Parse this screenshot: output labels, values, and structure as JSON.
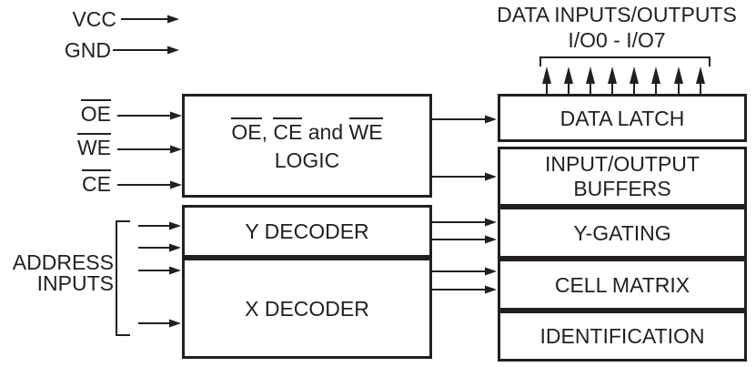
{
  "header": {
    "io_title": "DATA INPUTS/OUTPUTS",
    "io_range": "I/O0 - I/O7"
  },
  "pins": {
    "power": [
      {
        "label": "VCC"
      },
      {
        "label": "GND"
      }
    ],
    "control": [
      {
        "label": "OE",
        "active_low": true
      },
      {
        "label": "WE",
        "active_low": true
      },
      {
        "label": "CE",
        "active_low": true
      }
    ],
    "address": {
      "line1": "ADDRESS",
      "line2": "INPUTS"
    }
  },
  "blocks": {
    "logic": {
      "seg1": "OE",
      "sep1": ", ",
      "seg2": "CE",
      "sep2": " and ",
      "seg3": "WE",
      "line2": "LOGIC"
    },
    "y_decoder": "Y DECODER",
    "x_decoder": "X DECODER",
    "data_latch": "DATA LATCH",
    "io_buffers": {
      "line1": "INPUT/OUTPUT",
      "line2": "BUFFERS"
    },
    "y_gating": "Y-GATING",
    "cell_matrix": "CELL MATRIX",
    "identification": "IDENTIFICATION"
  },
  "colors": {
    "ink": "#231f20",
    "background": "#ffffff"
  }
}
